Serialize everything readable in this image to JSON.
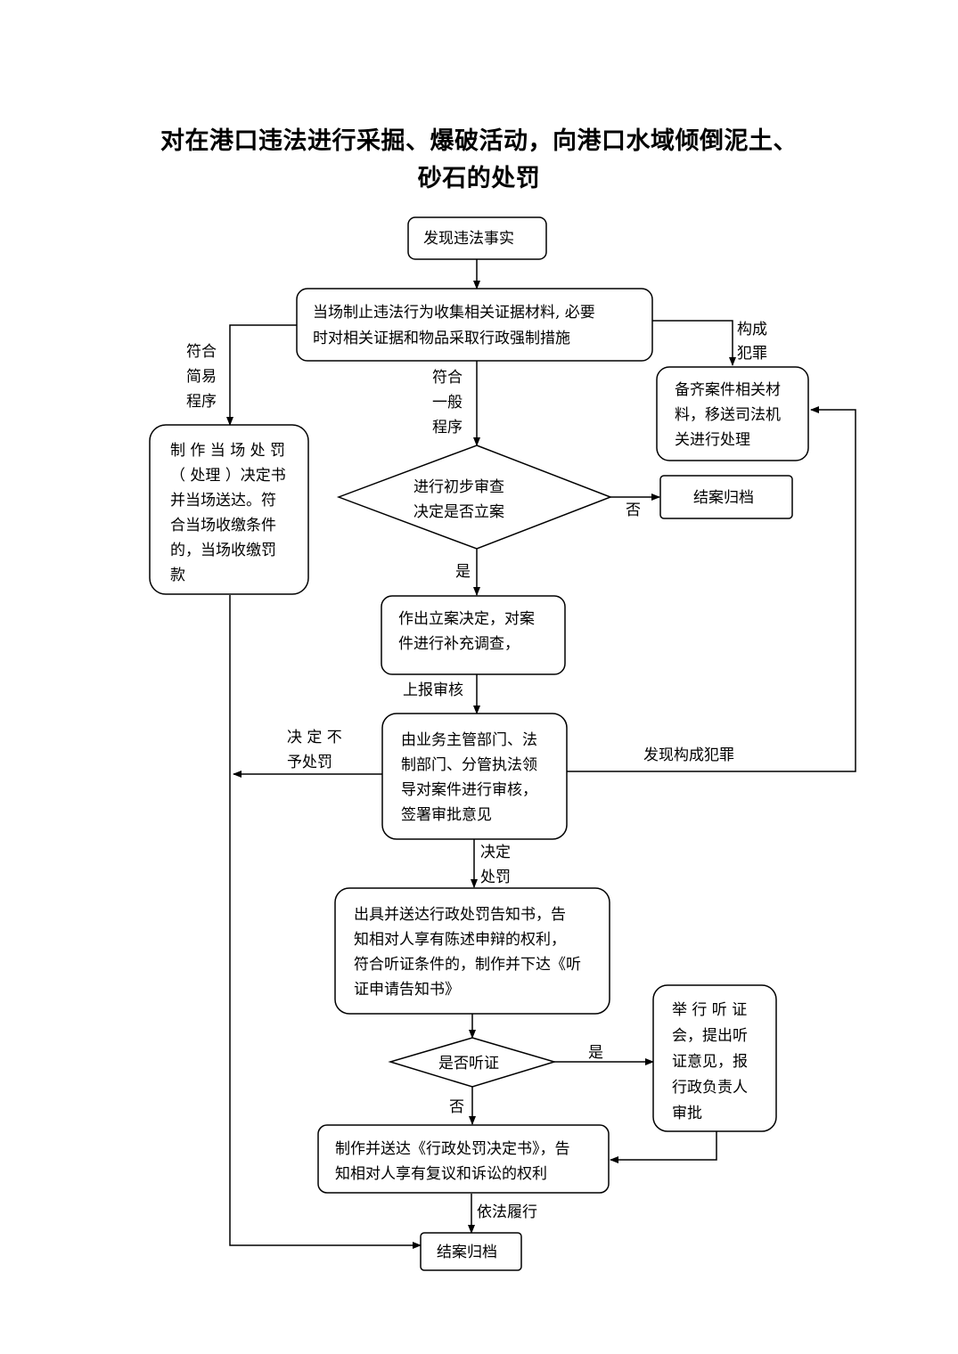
{
  "title": {
    "line1": "对在港口违法进行采掘、爆破活动，向港口水域倾倒泥土、",
    "line2": "砂石的处罚"
  },
  "nodes": {
    "discover": [
      "发现违法事实"
    ],
    "stop": [
      "当场制止违法行为收集相关证据材料, 必要",
      "时对相关证据和物品采取行政强制措施"
    ],
    "transfer": [
      "备齐案件相关材",
      "料，移送司法机",
      "关进行处理"
    ],
    "onsite": [
      "制 作 当 场 处 罚",
      "（ 处理 ）决定书",
      "并当场送达。符",
      "合当场收缴条件",
      "的，当场收缴罚",
      "款"
    ],
    "review_decision": [
      "进行初步审查",
      "决定是否立案"
    ],
    "close1": [
      "结案归档"
    ],
    "file_case": [
      "作出立案决定，对案",
      "件进行补充调查，"
    ],
    "dept_review": [
      "由业务主管部门、法",
      "制部门、分管执法领",
      "导对案件进行审核，",
      "签署审批意见"
    ],
    "notice": [
      "出具并送达行政处罚告知书，告",
      "知相对人享有陈述申辩的权利，",
      "符合听证条件的，制作并下达《听",
      "证申请告知书》"
    ],
    "hearing_decision": [
      "是否听证"
    ],
    "hearing": [
      "举 行 听 证",
      "会，提出听",
      "证意见，报",
      "行政负责人",
      "审批"
    ],
    "decision": [
      "制作并送达《行政处罚决定书》，告",
      "知相对人享有复议和诉讼的权利"
    ],
    "close2": [
      "结案归档"
    ]
  },
  "labels": {
    "crime": [
      "构成",
      "犯罪"
    ],
    "simple": [
      "符合",
      "简易",
      "程序"
    ],
    "general": [
      "符合",
      "一般",
      "程序"
    ],
    "no1": [
      "否"
    ],
    "yes1": [
      "是"
    ],
    "report": [
      "上报审核"
    ],
    "no_penalty": [
      "决 定 不",
      "予处罚"
    ],
    "found_crime": [
      "发现构成犯罪"
    ],
    "penalize": [
      "决定",
      "处罚"
    ],
    "yes2": [
      "是"
    ],
    "no2": [
      "否"
    ],
    "perform": [
      "依法履行"
    ]
  }
}
